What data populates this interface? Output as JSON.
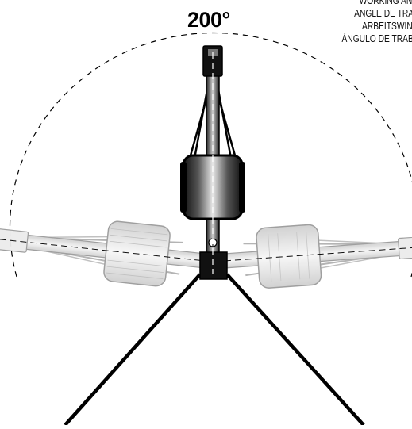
{
  "diagram": {
    "angle_label": "200°",
    "working_angle_labels": [
      "WORKING ANGL",
      "ANGLE DE TRAVA",
      "ARBEITSWINKE",
      "ÁNGULO DE TRABAJ"
    ],
    "angle_degrees": 200,
    "colors": {
      "ink": "#000000",
      "ghost_fill": "#e4e4e4",
      "ghost_stroke": "#9a9a9a"
    }
  }
}
